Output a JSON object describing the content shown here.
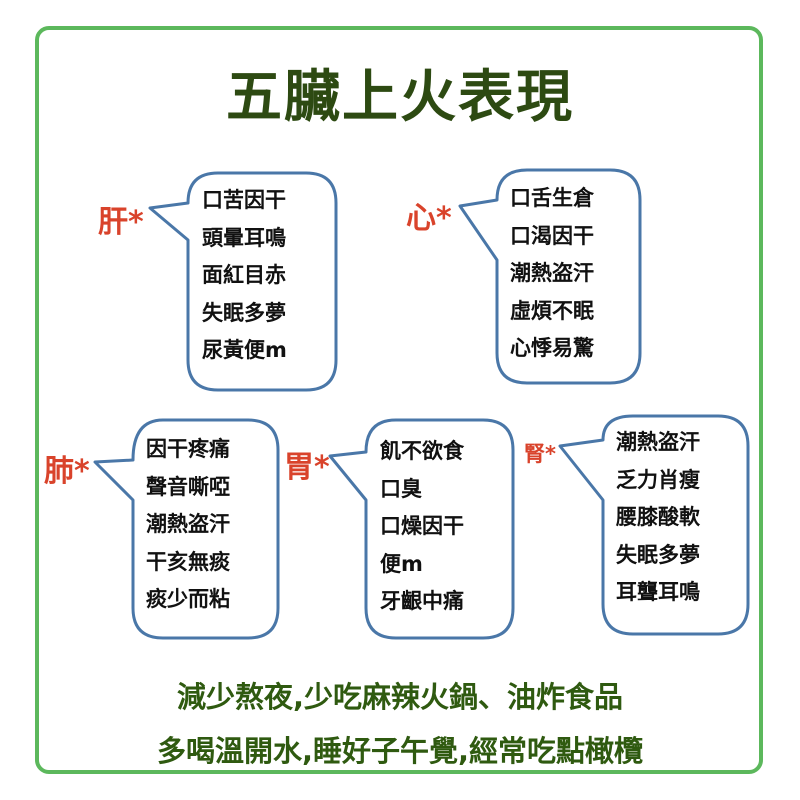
{
  "title": "五臟上火表現",
  "organs": [
    {
      "label": "肝*",
      "symptoms": [
        "口苦因干",
        "頭暈耳鳴",
        "面紅目赤",
        "失眠多夢",
        "尿黃便m"
      ]
    },
    {
      "label": "心*",
      "symptoms": [
        "口舌生倉",
        "口渴因干",
        "潮熱盗汗",
        "虛煩不眠",
        "心悸易驚"
      ]
    },
    {
      "label": "肺*",
      "symptoms": [
        "因干疼痛",
        "聲音嘶啞",
        "潮熱盗汗",
        "干亥無痰",
        "痰少而粘"
      ]
    },
    {
      "label": "胃*",
      "symptoms": [
        "飢不欲食",
        "口臭",
        "口燥因干",
        "便m",
        "牙齦中痛"
      ]
    },
    {
      "label": "腎*",
      "symptoms": [
        "潮熱盗汗",
        "乏力肖瘦",
        "腰膝酸軟",
        "失眠多夢",
        "耳聾耳鳴"
      ]
    }
  ],
  "advice": [
    "減少熬夜,少吃麻辣火鍋、油炸食品",
    "多喝溫開水,睡好子午覺,經常吃點橄欖"
  ]
}
